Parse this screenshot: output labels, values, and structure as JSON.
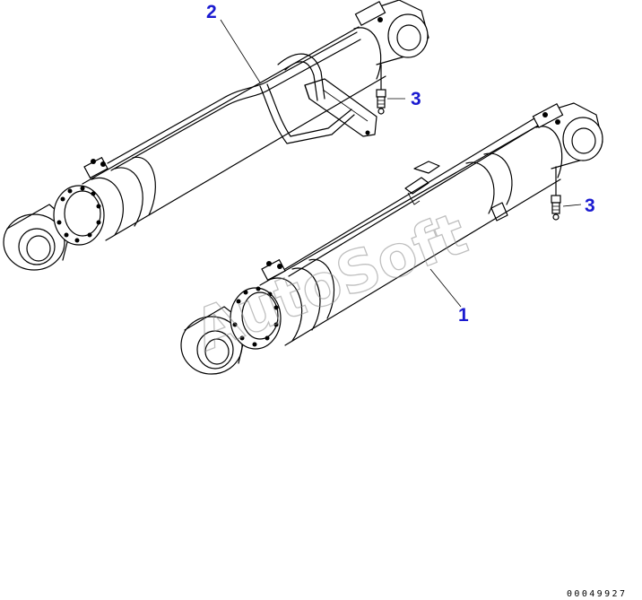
{
  "callouts": {
    "label_1": "1",
    "label_2": "2",
    "label_3a": "3",
    "label_3b": "3"
  },
  "watermark": "AutoSoft",
  "doc_number": "00049927",
  "colors": {
    "callout": "#1a1ad0",
    "line": "#000000",
    "watermark": "#8c8c8c"
  }
}
